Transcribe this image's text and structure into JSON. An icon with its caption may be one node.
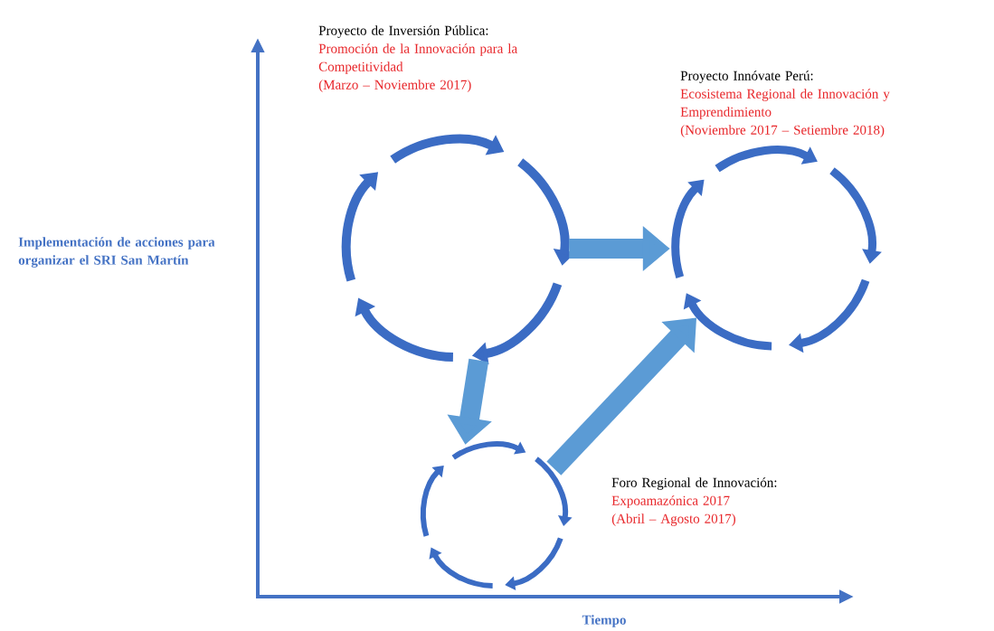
{
  "diagram": {
    "nodes": [
      {
        "text": [
          "Proyecto de Inversión Pública:",
          "Promoción de la Innovación para la Competitividad",
          "(Marzo – Noviembre 2017)"
        ]
      },
      {
        "text": [
          "Foro Regional de Innovación:",
          "Expoamazónica 2017",
          "(Abril – Agosto 2017)"
        ]
      },
      {
        "text": [
          "Proyecto Innóvate Perú:",
          "Ecosistema Regional de Innovación y Emprendimiento",
          "(Noviembre 2017 – Setiembre 2018)"
        ]
      }
    ],
    "edges": [
      {
        "from": 0,
        "to": 2,
        "arrow": "to"
      },
      {
        "from": 0,
        "to": 1,
        "arrow": "to"
      },
      {
        "from": 1,
        "to": 2,
        "arrow": "to"
      }
    ],
    "labels": [
      "Implementación de acciones para organizar el SRI San Martín",
      "Tiempo"
    ]
  }
}
